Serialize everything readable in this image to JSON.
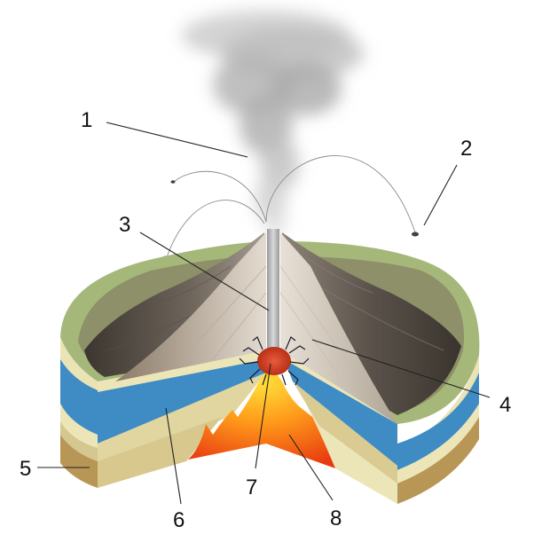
{
  "labels": {
    "n1": "1",
    "n2": "2",
    "n3": "3",
    "n4": "4",
    "n5": "5",
    "n6": "6",
    "n7": "7",
    "n8": "8"
  },
  "colors": {
    "ground_top": "#a5b87a",
    "cone_dark": "#4d4740",
    "cone_light": "#d9d0c6",
    "layer_cream": "#ece5b8",
    "layer_blue": "#3f8cc4",
    "layer_tan": "#b89656",
    "magma_red": "#e84416",
    "magma_yellow": "#ffd21a",
    "ash": "#9a9a9a"
  }
}
